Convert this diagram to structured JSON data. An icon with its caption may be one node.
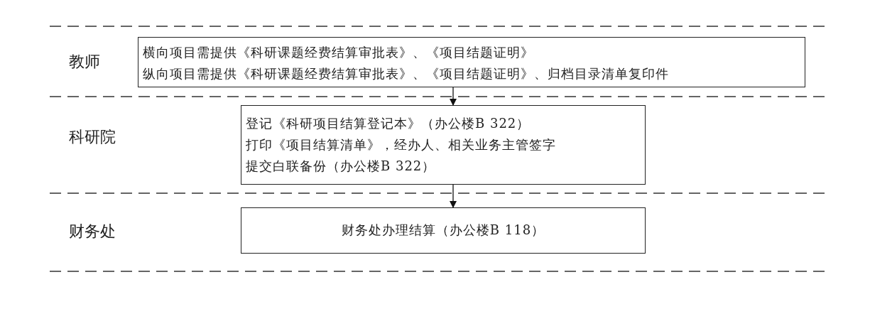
{
  "diagram": {
    "nodes": [
      {
        "text": [
          "横向项目需提供《科研课题经费结算审批表》、《项目结题证明》",
          "纵向项目需提供《科研课题经费结算审批表》、《项目结题证明》、归档目录清单复印件"
        ]
      },
      {
        "text": [
          "登记《科研项目结算登记本》（办公楼B 322）",
          "打印《项目结算清单》，经办人、相关业务主管签字",
          "提交白联备份（办公楼B 322）"
        ]
      },
      {
        "text": [
          "财务处办理结算（办公楼B 118）"
        ]
      }
    ],
    "edges": [
      {
        "from": 0,
        "to": 1,
        "arrow": "to"
      },
      {
        "from": 1,
        "to": 2,
        "arrow": "to"
      }
    ],
    "labels": [
      "教师",
      "科研院",
      "财务处"
    ]
  }
}
